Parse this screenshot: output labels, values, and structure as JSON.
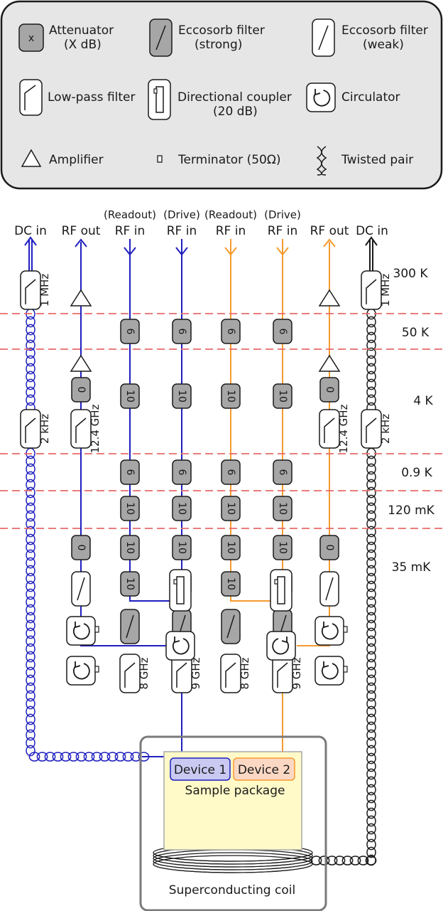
{
  "legend": {
    "items": [
      {
        "key": "attenuator",
        "icon": "attenuator-icon",
        "label1": "Attenuator",
        "label2": "(X dB)",
        "mark": "x"
      },
      {
        "key": "eccosorb-strong",
        "icon": "eccosorb-strong-icon",
        "label1": "Eccosorb filter",
        "label2": "(strong)"
      },
      {
        "key": "eccosorb-weak",
        "icon": "eccosorb-weak-icon",
        "label1": "Eccosorb filter",
        "label2": "(weak)"
      },
      {
        "key": "lowpass",
        "icon": "lowpass-filter-icon",
        "label1": "Low-pass filter",
        "label2": ""
      },
      {
        "key": "coupler",
        "icon": "directional-coupler-icon",
        "label1": "Directional coupler",
        "label2": "(20 dB)"
      },
      {
        "key": "circulator",
        "icon": "circulator-icon",
        "label1": "Circulator",
        "label2": ""
      },
      {
        "key": "amplifier",
        "icon": "amplifier-icon",
        "label1": "Amplifier",
        "label2": ""
      },
      {
        "key": "terminator",
        "icon": "terminator-icon",
        "label1": "Terminator (50Ω)",
        "label2": ""
      },
      {
        "key": "twisted",
        "icon": "twisted-pair-icon",
        "label1": "Twisted pair",
        "label2": ""
      }
    ]
  },
  "colors": {
    "blue": "#1f1fbf",
    "orange": "#f59a2e",
    "cut": "#e86a6a",
    "grey": "#a6a6a6",
    "black": "#1a1a1a",
    "device1": "#c9c9f2",
    "device2": "#fbd8c4",
    "package": "#fffac8"
  },
  "lines": {
    "top_labels": [
      {
        "line": "DC in",
        "sub": ""
      },
      {
        "line": "RF out",
        "sub": ""
      },
      {
        "line": "RF in",
        "sub": "(Readout)"
      },
      {
        "line": "RF in",
        "sub": "(Drive)"
      },
      {
        "line": "RF in",
        "sub": "(Readout)"
      },
      {
        "line": "RF in",
        "sub": "(Drive)"
      },
      {
        "line": "RF out",
        "sub": ""
      },
      {
        "line": "DC in",
        "sub": ""
      }
    ]
  },
  "stages": [
    "300 K",
    "50 K",
    "4 K",
    "0.9 K",
    "120 mK",
    "35 mK"
  ],
  "filter_labels": {
    "dc_300k": "1 MHz",
    "dc_4k": "2 kHz",
    "rfout_4k": "12.4 GHz",
    "readout": "8 GHz",
    "drive": "9 GHz"
  },
  "attenuation": {
    "zero": "0",
    "six": "6",
    "ten": "10"
  },
  "devices": {
    "device1": "Device 1",
    "device2": "Device 2",
    "package": "Sample package",
    "coil": "Superconducting coil"
  }
}
